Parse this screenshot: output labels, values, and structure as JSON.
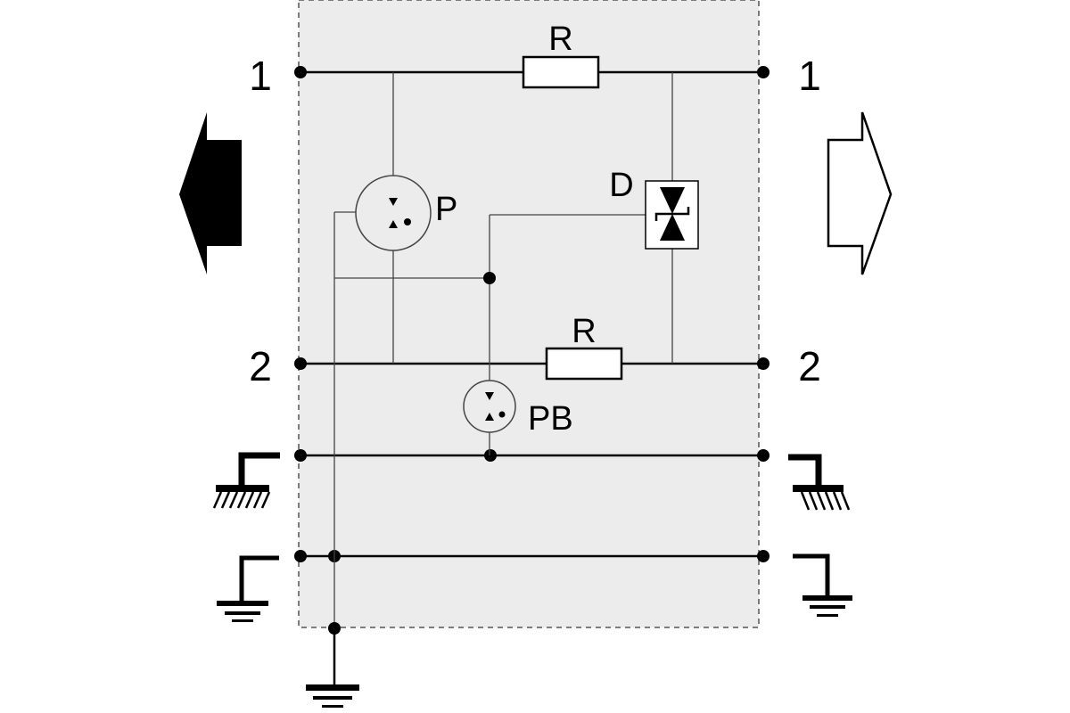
{
  "diagram": {
    "terminals": {
      "left_1": "1",
      "right_1": "1",
      "left_2": "2",
      "right_2": "2"
    },
    "components": {
      "resistor_top": "R",
      "resistor_bottom": "R",
      "gas_discharge_tube": "P",
      "gas_discharge_tube_b": "PB",
      "suppressor_diode": "D"
    },
    "colors": {
      "module_fill": "#ececec",
      "module_border": "#555555",
      "line": "#000000"
    }
  }
}
